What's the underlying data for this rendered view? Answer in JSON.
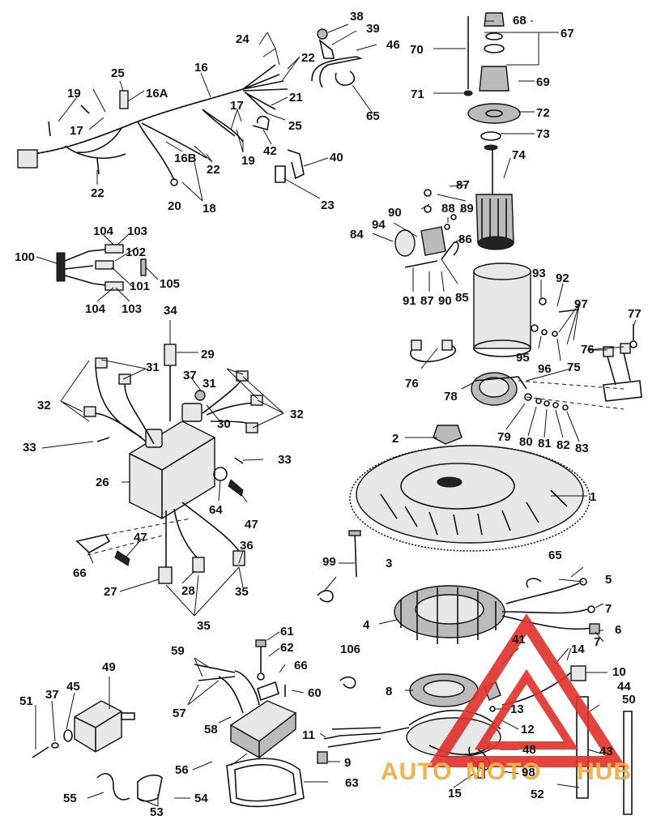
{
  "diagram": {
    "labels": {
      "l1": "1",
      "l2": "2",
      "l3": "3",
      "l4": "4",
      "l5": "5",
      "l6": "6",
      "l7a": "7",
      "l7b": "7",
      "l8": "8",
      "l9": "9",
      "l10": "10",
      "l11": "11",
      "l12": "12",
      "l13": "13",
      "l14": "14",
      "l15": "15",
      "l16": "16",
      "l16a": "16A",
      "l16b": "16B",
      "l17a": "17",
      "l17b": "17",
      "l18": "18",
      "l19a": "19",
      "l19b": "19",
      "l20": "20",
      "l21": "21",
      "l22a": "22",
      "l22b": "22",
      "l22c": "22",
      "l23": "23",
      "l24": "24",
      "l25a": "25",
      "l25b": "25",
      "l26": "26",
      "l27": "27",
      "l28": "28",
      "l29": "29",
      "l30": "30",
      "l31a": "31",
      "l31b": "31",
      "l32a": "32",
      "l32b": "32",
      "l33a": "33",
      "l33b": "33",
      "l34": "34",
      "l35a": "35",
      "l35b": "35",
      "l36": "36",
      "l37a": "37",
      "l37b": "37",
      "l38": "38",
      "l39": "39",
      "l40": "40",
      "l41": "41",
      "l42": "42",
      "l43": "43",
      "l44": "44",
      "l45": "45",
      "l46": "46",
      "l47a": "47",
      "l47b": "47",
      "l48": "48",
      "l49": "49",
      "l50": "50",
      "l51": "51",
      "l52": "52",
      "l53": "53",
      "l54": "54",
      "l55": "55",
      "l56": "56",
      "l57": "57",
      "l58": "58",
      "l59": "59",
      "l60": "60",
      "l61": "61",
      "l62": "62",
      "l63": "63",
      "l64": "64",
      "l65a": "65",
      "l65b": "65",
      "l66a": "66",
      "l66b": "66",
      "l67": "67",
      "l68": "68",
      "l69": "69",
      "l70": "70",
      "l71": "71",
      "l72": "72",
      "l73": "73",
      "l74": "74",
      "l75": "75",
      "l76a": "76",
      "l76b": "76",
      "l77": "77",
      "l78": "78",
      "l79": "79",
      "l80": "80",
      "l81": "81",
      "l82": "82",
      "l83": "83",
      "l84": "84",
      "l85": "85",
      "l86": "86",
      "l87a": "87",
      "l87b": "87",
      "l88": "88",
      "l89": "89",
      "l90a": "90",
      "l90b": "90",
      "l91": "91",
      "l92": "92",
      "l93": "93",
      "l94": "94",
      "l95": "95",
      "l96": "96",
      "l97": "97",
      "l98": "98",
      "l99": "99",
      "l100": "100",
      "l101": "101",
      "l102": "102",
      "l103a": "103",
      "l103b": "103",
      "l104a": "104",
      "l104b": "104",
      "l105": "105",
      "l106": "106"
    },
    "watermark": {
      "text_auto": "AUTO",
      "text_moto": "MOTO",
      "text_hub": "HUB",
      "color_red": "#e0302a",
      "color_orange": "#f2a93b"
    }
  }
}
